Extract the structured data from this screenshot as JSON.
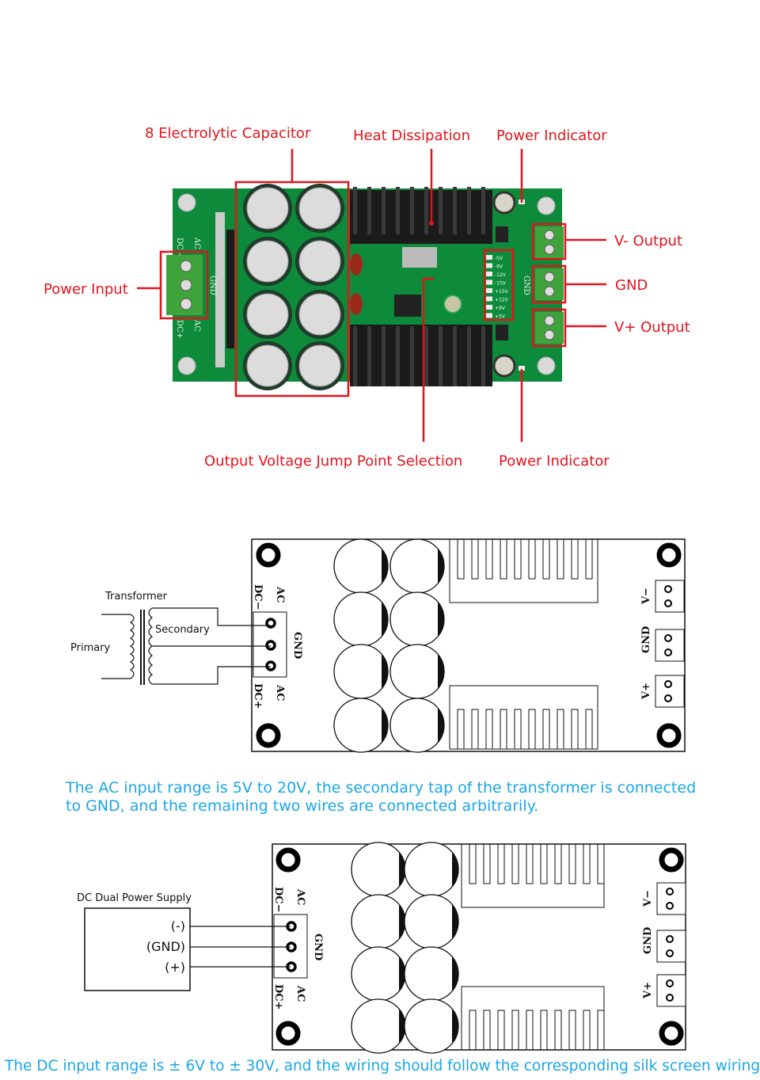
{
  "photo_labels": {
    "capacitor": "8 Electrolytic Capacitor",
    "heat": "Heat Dissipation",
    "power_indicator_top": "Power Indicator",
    "power_input": "Power Input",
    "v_minus_output": "V- Output",
    "gnd": "GND",
    "v_plus_output": "V+ Output",
    "jump_point": "Output Voltage Jump Point Selection",
    "power_indicator_bottom": "Power Indicator"
  },
  "board_silk": {
    "dc_minus": "DC−",
    "dc_plus": "DC+",
    "ac": "AC",
    "gnd": "GND",
    "v_minus": "V−",
    "v_plus": "V+",
    "jumpers": [
      "-5V",
      "-9V",
      "-12V",
      "-15V",
      "+15V",
      "+12V",
      "+9V",
      "+5V"
    ]
  },
  "diagram_ac": {
    "transformer": "Transformer",
    "primary": "Primary",
    "secondary": "Secondary",
    "note": "The AC input range is 5V to 20V, the secondary tap of the transformer is connected to GND, and the remaining two wires are connected arbitrarily."
  },
  "diagram_dc": {
    "supply": "DC Dual Power Supply",
    "neg": "(-)",
    "gnd": "(GND)",
    "pos": "(+)",
    "note": "The DC input range is ± 6V to ± 30V, and the wiring should follow the corresponding silk screen wiring."
  },
  "colors": {
    "label_red": "#e4131b",
    "note_blue": "#1aa7e6",
    "pcb_green": "#0d8a3a"
  }
}
